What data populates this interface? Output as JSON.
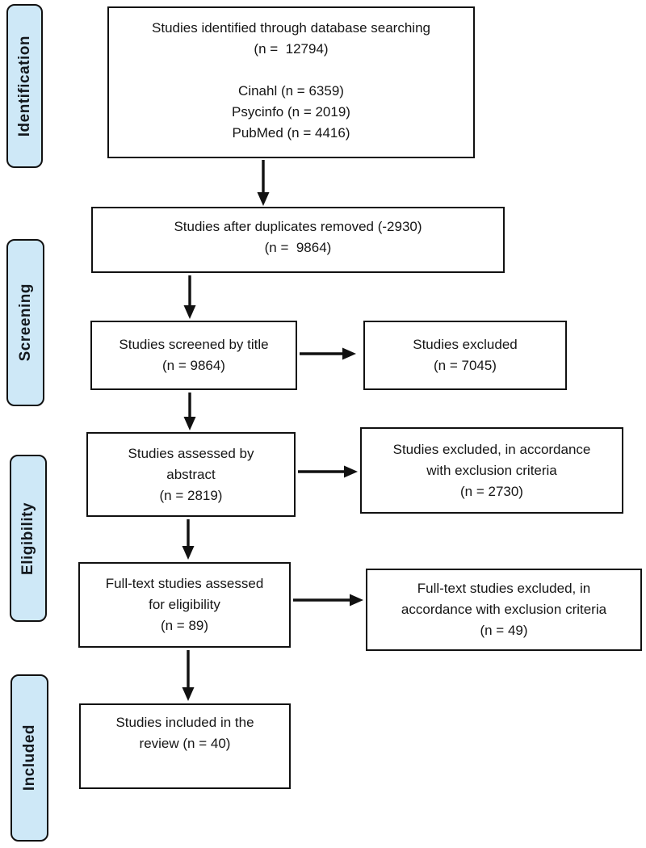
{
  "diagram_title": "PRISMA flow diagram",
  "stages": [
    {
      "label": "Identification"
    },
    {
      "label": "Screening"
    },
    {
      "label": "Eligibility"
    },
    {
      "label": "Included"
    }
  ],
  "boxes": {
    "identified": {
      "text": "Studies identified through database searching\n(n =  12794)\n\nCinahl (n = 6359)\nPsycinfo (n = 2019)\nPubMed (n = 4416)"
    },
    "dedup": {
      "text": "Studies after duplicates removed (-2930)\n(n =  9864)"
    },
    "screened": {
      "text": "Studies screened by title\n(n = 9864)"
    },
    "excluded_title": {
      "text": "Studies excluded\n(n = 7045)"
    },
    "abstract": {
      "text": "Studies assessed by\nabstract\n(n = 2819)"
    },
    "excluded_abstract": {
      "text": "Studies excluded, in accordance\nwith exclusion criteria\n(n = 2730)"
    },
    "fulltext": {
      "text": "Full-text studies assessed\nfor eligibility\n(n = 89)"
    },
    "excluded_fulltext": {
      "text": "Full-text studies excluded, in\naccordance with exclusion criteria\n(n = 49)"
    },
    "included": {
      "text": "Studies included in the\nreview (n = 40)"
    }
  },
  "counts": {
    "identified": 12794,
    "cinahl": 6359,
    "psycinfo": 2019,
    "pubmed": 4416,
    "duplicates_removed": 2930,
    "after_duplicates": 9864,
    "screened_by_title": 9864,
    "excluded_by_title": 7045,
    "assessed_by_abstract": 2819,
    "excluded_by_abstract": 2730,
    "fulltext_assessed": 89,
    "fulltext_excluded": 49,
    "included_in_review": 40
  },
  "colors": {
    "stage_fill": "#cee8f7",
    "box_fill": "#ffffff",
    "line_color": "#111111"
  }
}
